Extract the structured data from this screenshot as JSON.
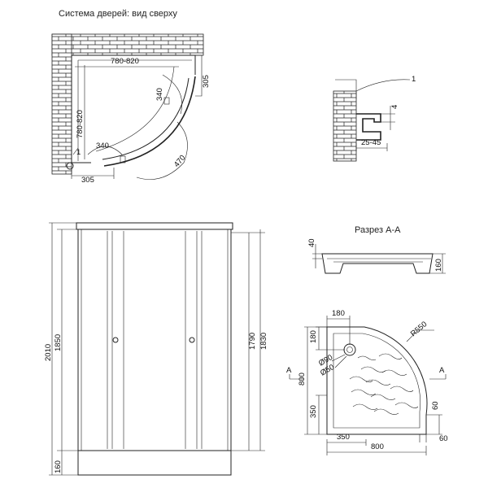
{
  "titles": {
    "door_system": "Система дверей: вид сверху",
    "section": "Разрез А-А"
  },
  "top_view": {
    "width_range": "780-820",
    "depth_range": "780-820",
    "side_offset_right": "305",
    "side_offset_bottom": "305",
    "door_width_1": "340",
    "door_width_2": "340",
    "arc_size": "470",
    "marker": "1"
  },
  "profile_detail": {
    "marker": "1",
    "gap": "4",
    "range": "25-45"
  },
  "front_view": {
    "total_height": "2010",
    "frame_height": "1850",
    "glass_height_1": "1790",
    "glass_height_2": "1830",
    "tray_height": "160"
  },
  "section_view": {
    "depth": "40",
    "height": "160"
  },
  "tray_plan": {
    "drain_x": "180",
    "drain_y": "180",
    "radius": "R550",
    "d90": "Ø90",
    "d50": "Ø50",
    "depth": "800",
    "width": "800",
    "leg_offset_y": "350",
    "leg_offset_x": "350",
    "edge_60_vertical": "60",
    "edge_60_horizontal": "60",
    "section_mark": "A"
  }
}
